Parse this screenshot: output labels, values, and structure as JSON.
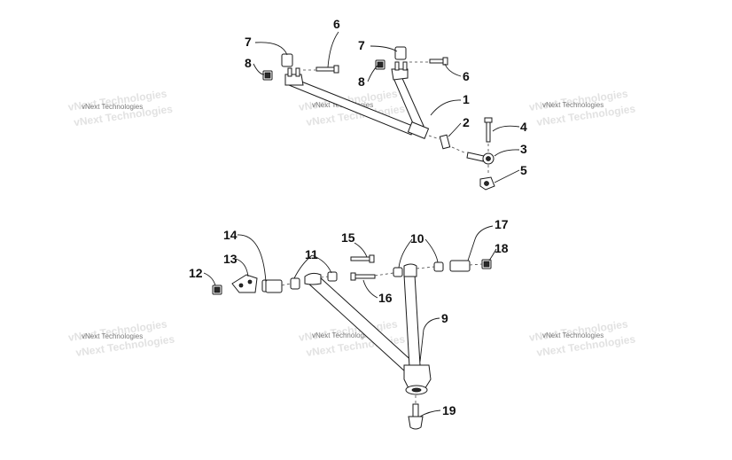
{
  "watermark": "vNext Technologies",
  "callouts": {
    "c1": "1",
    "c2": "2",
    "c3": "3",
    "c4": "4",
    "c5": "5",
    "c6a": "6",
    "c6b": "6",
    "c7a": "7",
    "c7b": "7",
    "c8a": "8",
    "c8b": "8",
    "c9": "9",
    "c10": "10",
    "c11": "11",
    "c12": "12",
    "c13": "13",
    "c14": "14",
    "c15": "15",
    "c16": "16",
    "c17": "17",
    "c18": "18",
    "c19": "19"
  },
  "colors": {
    "ink": "#1a1a1a",
    "watermark": "#7a7a7a"
  }
}
